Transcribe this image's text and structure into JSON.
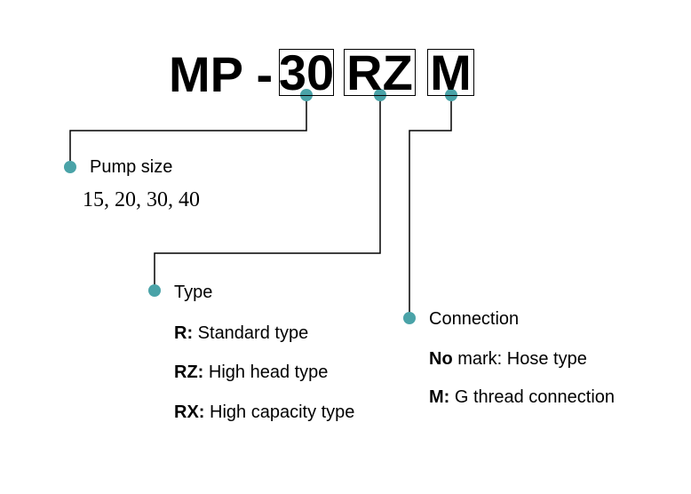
{
  "model_code": {
    "prefix": "MP -",
    "size_code": "30",
    "type_code": "RZ",
    "connection_code": "M"
  },
  "pump_size": {
    "label": "Pump size",
    "values": "15, 20, 30, 40"
  },
  "type": {
    "label": "Type",
    "options": [
      {
        "code": "R:",
        "desc": " Standard type"
      },
      {
        "code": "RZ:",
        "desc": " High head type"
      },
      {
        "code": "RX:",
        "desc": " High capacity type"
      }
    ]
  },
  "connection": {
    "label": "Connection",
    "options": [
      {
        "code": "No",
        "desc": " mark: Hose type"
      },
      {
        "code": "M:",
        "desc": " G thread connection"
      }
    ]
  },
  "colors": {
    "dot": "#4aa3a8",
    "line": "#000000"
  }
}
